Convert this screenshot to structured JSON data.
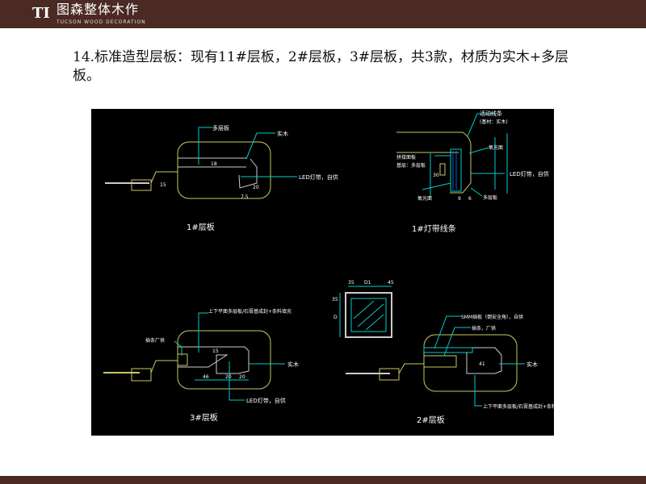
{
  "header": {
    "logo_mark": "TI",
    "brand_cn": "图森整体木作",
    "brand_en": "TUCSON WOOD DECORATION"
  },
  "title": "14.标准造型层板：现有11#层板，2#层板，3#层板，共3款，材质为实木+多层板。",
  "drawings": {
    "d1": {
      "caption": "1#层板",
      "labels": [
        "多层板",
        "实木",
        "LED灯带，自供"
      ],
      "dims": [
        "18",
        "15",
        "20",
        "7.5"
      ]
    },
    "d2": {
      "caption": "1#灯带线条",
      "labels": [
        "活动线条",
        "(基材：实木)",
        "氧光面",
        "拼接面板",
        "基层：多层板",
        "LED灯带，自供",
        "氧光面",
        "多层板"
      ],
      "dims": [
        "30",
        "9",
        "6"
      ]
    },
    "d3": {
      "caption": "3#层板",
      "labels": [
        "上下平面多层板/石膏基成封+条料填充",
        "插条厂供",
        "实木",
        "LED灯带，自供"
      ],
      "dims": [
        "15",
        "46",
        "20",
        "20"
      ]
    },
    "d4": {
      "caption": "2#层板",
      "labels": [
        "SMM插板（倒安全角），自供",
        "插条，厂供",
        "实木",
        "上下平面多层板/石膏基成封+条料"
      ],
      "dims": [
        "35",
        "D1",
        "45",
        "D",
        "35",
        "41"
      ]
    }
  },
  "colors": {
    "cad_bg": "#000000",
    "line": "#c8c860",
    "leader": "#00c8c8",
    "text": "#ffffff",
    "brand": "#4b2a23"
  }
}
